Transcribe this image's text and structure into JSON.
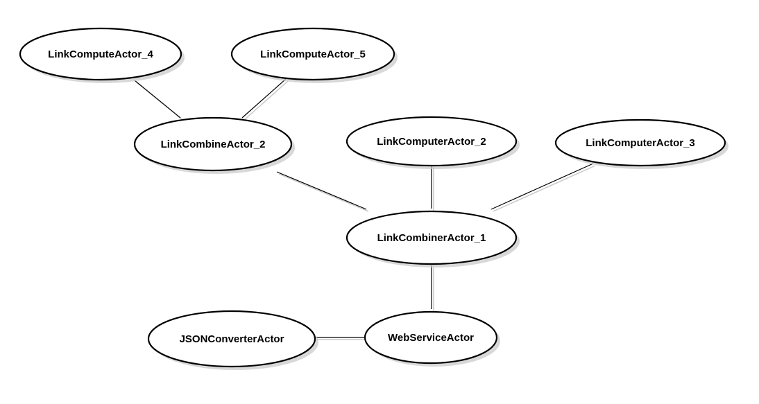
{
  "diagram": {
    "nodes": [
      {
        "id": "n4",
        "label": "LinkComputeActor_4"
      },
      {
        "id": "n5",
        "label": "LinkComputeActor_5"
      },
      {
        "id": "c2",
        "label": "LinkCombineActor_2"
      },
      {
        "id": "lc2",
        "label": "LinkComputerActor_2"
      },
      {
        "id": "lc3",
        "label": "LinkComputerActor_3"
      },
      {
        "id": "c1",
        "label": "LinkCombinerActor_1"
      },
      {
        "id": "json",
        "label": "JSONConverterActor"
      },
      {
        "id": "ws",
        "label": "WebServiceActor"
      }
    ],
    "edges": [
      {
        "from": "n4",
        "to": "c2"
      },
      {
        "from": "n5",
        "to": "c2"
      },
      {
        "from": "c2",
        "to": "c1"
      },
      {
        "from": "lc2",
        "to": "c1"
      },
      {
        "from": "lc3",
        "to": "c1"
      },
      {
        "from": "c1",
        "to": "ws"
      },
      {
        "from": "json",
        "to": "ws"
      }
    ],
    "colors": {
      "line": "#000000",
      "shadow": "#c8c8c8",
      "node_fill": "#ffffff",
      "node_stroke": "#000000"
    }
  }
}
